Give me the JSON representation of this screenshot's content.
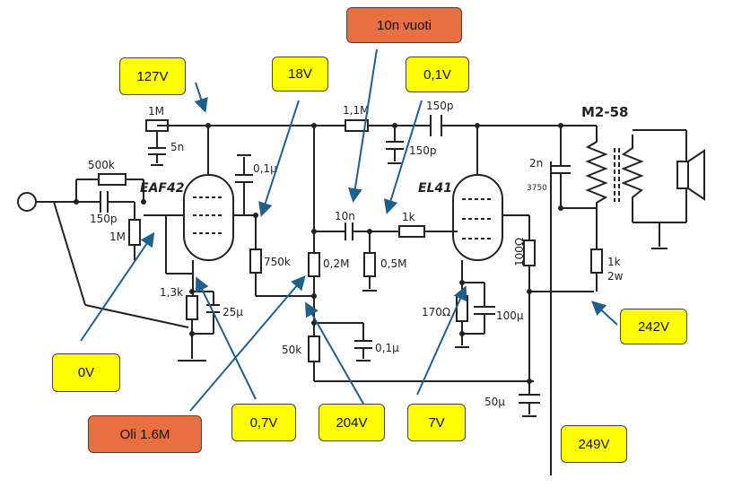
{
  "callouts": {
    "c127v": "127V",
    "c18v": "18V",
    "c10n_vuoti": "10n vuoti",
    "c01v": "0,1V",
    "c242v": "242V",
    "c0v": "0V",
    "c_oli": "Oli 1.6M",
    "c07v": "0,7V",
    "c204v": "204V",
    "c7v": "7V",
    "c249v": "249V"
  },
  "labels": {
    "r_1m_top": "1M",
    "c_5n": "5n",
    "r_500k": "500k",
    "c_150p_in": "150p",
    "r_1m_pot": "1M",
    "tube1": "EAF42",
    "c_01u_a": "0,1μ",
    "r_750k": "750k",
    "r_13k": "1,3k",
    "c_25u": "25μ",
    "r_11m": "1,1M",
    "c_150p_a": "150p",
    "c_150p_b": "150p",
    "r_02m": "0,2M",
    "c_10n": "10n",
    "r_1k": "1k",
    "r_05m": "0,5M",
    "tube2": "EL41",
    "r_50k": "50k",
    "c_01u_b": "0,1μ",
    "r_170": "170Ω",
    "c_100u": "100μ",
    "r_100": "100Ω",
    "c_50u": "50μ",
    "c_2n": "2n",
    "c_3750": "3750",
    "transformer": "M2-58",
    "r_1k_2w_a": "1k",
    "r_1k_2w_b": "2w"
  }
}
